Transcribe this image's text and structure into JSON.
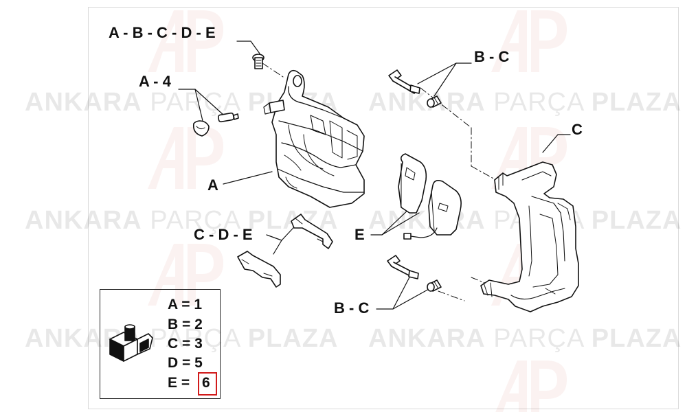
{
  "watermark": {
    "brand_bold_1": "ANKARA",
    "brand_light": "PARÇA",
    "brand_bold_2": "PLAZA"
  },
  "callouts": {
    "top_bolt": "A - B - C - D - E",
    "guide_pin_small": "A - 4",
    "pins_upper": "B - C",
    "carrier": "C",
    "caliper": "A",
    "clips": "C - D - E",
    "pads": "E",
    "pins_lower": "B - C"
  },
  "legend": {
    "rows": [
      "A = 1",
      "B = 2",
      "C = 3",
      "D = 5"
    ],
    "last_prefix": "E =",
    "last_value": "6"
  },
  "colors": {
    "line": "#111111",
    "highlight": "#d11a1a",
    "watermark_logo": "#c0392b"
  }
}
